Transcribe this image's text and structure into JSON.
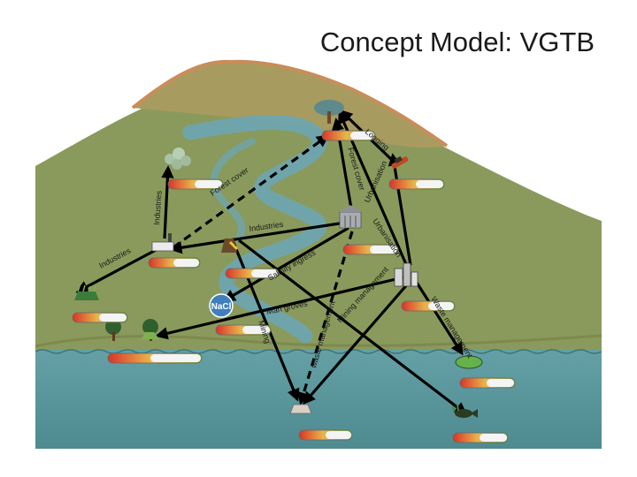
{
  "title": "Concept Model: VGTB",
  "icons": {
    "salt": "NaCl",
    "forest": "tree-icon",
    "logging": "chainsaw-icon",
    "industry_factory": "factory-icon",
    "urban_center": "building-icon",
    "city": "city-buildings-icon",
    "aquaculture": "shrimp-pond-icon",
    "agriculture": "rice-field-icon",
    "lowland_veg": "lowland-trees-icon",
    "dam": "dam-icon",
    "coast": "coastal-wetland-icon",
    "fish": "fish-icon"
  },
  "arrow_labels": {
    "logging": "Logging",
    "forest_cover_right": "Forest cover",
    "urbanisation_top": "Urbanisation",
    "forest_cover_left": "Forest cover",
    "industries_left": "Industries",
    "industries_middle": "Industries",
    "industries_bottom": "Industries",
    "urbanisation_right": "Urbanisation",
    "salinity_ingress": "Salinity ingress",
    "man_groves": "Man groves",
    "mining": "Mining",
    "mining_management": "Mining management",
    "waste_management_bottom": "waste management",
    "waste_management_right": "Waste management"
  },
  "colors": {
    "land": "#8a9a5c",
    "mountain": "#a89b5f",
    "ridge": "#c98d5a",
    "river": "#6ea5ae",
    "sea": "#5e9aa0",
    "arrow": "#000000",
    "gauge_red": "#d8342a",
    "gauge_green": "#7cba3a"
  }
}
